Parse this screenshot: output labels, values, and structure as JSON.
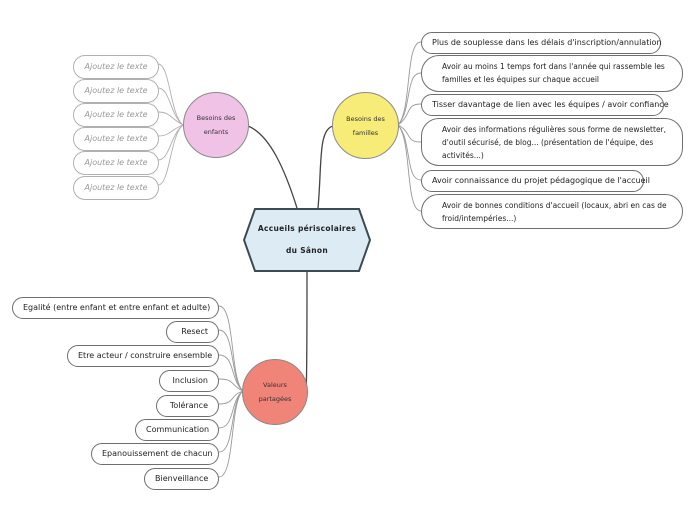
{
  "central": {
    "line1": "Accueils périscolaires",
    "line2": "du Sânon"
  },
  "branches": {
    "enfants": {
      "label_line1": "Besoins des",
      "label_line2": "enfants",
      "color": "#f0c3e6",
      "items": [
        "Ajoutez le texte",
        "Ajoutez le texte",
        "Ajoutez le texte",
        "Ajoutez le texte",
        "Ajoutez le texte",
        "Ajoutez le texte"
      ]
    },
    "familles": {
      "label_line1": "Besoins des",
      "label_line2": "familles",
      "color": "#f7ec78",
      "items": [
        "Plus de souplesse dans les délais d'inscription/annulation",
        "Avoir au moins 1 temps fort dans l'année qui rassemble les familles et les équipes sur chaque accueil",
        "Tisser davantage de lien avec les équipes / avoir confiance",
        "Avoir des informations régulières sous forme de newsletter, d'outil sécurisé, de blog... (présentation de l'équipe, des activités...)",
        "Avoir connaissance du projet pédagogique de l'accueil",
        "Avoir de bonnes conditions d'accueil (locaux, abri en cas de froid/intempéries...)"
      ]
    },
    "valeurs": {
      "label_line1": "Valeurs",
      "label_line2": "partagées",
      "color": "#f08479",
      "items": [
        "Egalité (entre enfant et entre enfant et adulte)",
        "Resect",
        "Etre acteur / construire ensemble",
        "Inclusion",
        "Tolérance",
        "Communication",
        "Epanouissement de chacun",
        "Bienveillance"
      ]
    }
  },
  "colors": {
    "central_fill": "#dcebf4",
    "central_stroke": "#3c4a52",
    "line": "#444444",
    "ghost_line": "#b0b0b0"
  }
}
